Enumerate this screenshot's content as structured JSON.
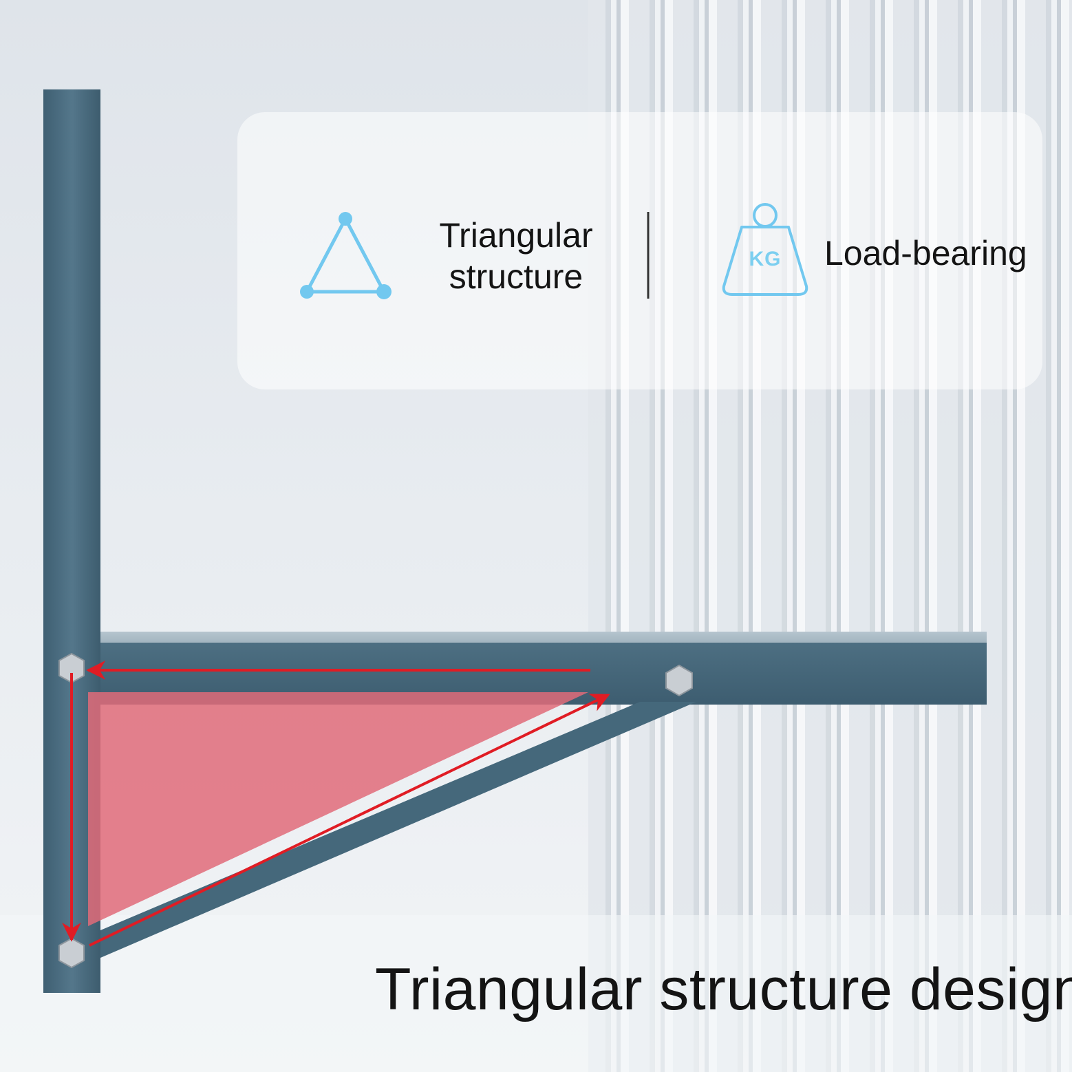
{
  "features": [
    {
      "icon": "triangle-icon",
      "lines": [
        "Triangular",
        "structure"
      ]
    },
    {
      "icon": "weight-kg-icon",
      "badge": "KG",
      "label": "Load-bearing"
    }
  ],
  "caption": "Triangular structure design",
  "colors": {
    "bracket": "#47697c",
    "arrow": "#e01c24",
    "highlight": "#e06b79",
    "icon_accent": "#72c8ef",
    "text": "#141414"
  }
}
